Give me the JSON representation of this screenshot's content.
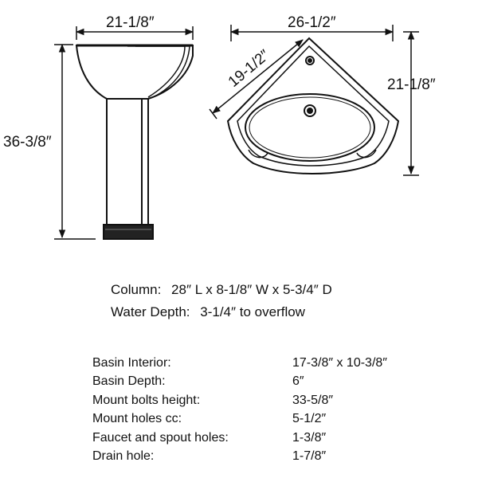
{
  "dimensions": {
    "pedestal_width": "21-1/8″",
    "overall_height": "36-3/8″",
    "corner_width": "26-1/2″",
    "side_length": "19-1/2″",
    "corner_depth": "21-1/8″"
  },
  "specs": {
    "column_label": "Column:",
    "column_value": "28″ L  x  8-1/8″ W x 5-3/4″ D",
    "water_label": "Water Depth:",
    "water_value": "3-1/4″ to overflow"
  },
  "details": [
    {
      "label": "Basin Interior:",
      "value": "17-3/8″ x 10-3/8″"
    },
    {
      "label": "Basin Depth:",
      "value": "6″"
    },
    {
      "label": "Mount bolts height:",
      "value": "33-5/8″"
    },
    {
      "label": "Mount holes cc:",
      "value": "5-1/2″"
    },
    {
      "label": "Faucet and spout holes:",
      "value": "1-3/8″"
    },
    {
      "label": "Drain hole:",
      "value": "1-7/8″"
    }
  ]
}
